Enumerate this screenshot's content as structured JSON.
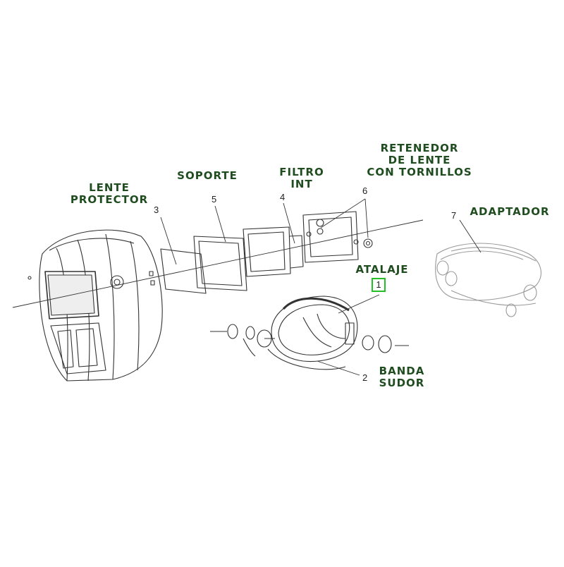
{
  "parts": [
    {
      "id": "lente-protector",
      "number": "3",
      "label_lines": [
        "LENTE",
        "PROTECTOR"
      ]
    },
    {
      "id": "soporte",
      "number": "5",
      "label_lines": [
        "SOPORTE"
      ]
    },
    {
      "id": "filtro-int",
      "number": "4",
      "label_lines": [
        "FILTRO",
        "INT"
      ]
    },
    {
      "id": "retenedor",
      "number": "6",
      "label_lines": [
        "RETENEDOR",
        "DE LENTE",
        "CON TORNILLOS"
      ]
    },
    {
      "id": "adaptador",
      "number": "7",
      "label_lines": [
        "ADAPTADOR"
      ]
    },
    {
      "id": "atalaje",
      "number": "1",
      "label_lines": [
        "ATALAJE"
      ]
    },
    {
      "id": "banda-sudor",
      "number": "2",
      "label_lines": [
        "BANDA",
        "SUDOR"
      ]
    }
  ],
  "colors": {
    "label": "#1f4d1f",
    "highlight_box": "#22c022",
    "line": "#333333"
  }
}
